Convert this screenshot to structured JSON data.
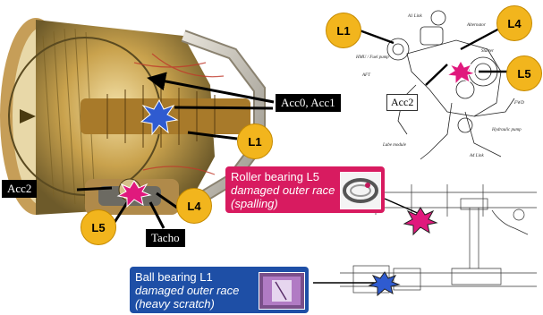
{
  "engine_labels": {
    "acc0_acc1": "Acc0, Acc1",
    "acc2": "Acc2",
    "tacho": "Tacho"
  },
  "circles": {
    "l1_engine": "L1",
    "l4_engine": "L4",
    "l5_engine": "L5",
    "l1_gearbox": "L1",
    "l4_gearbox": "L4",
    "l5_gearbox": "L5"
  },
  "gearbox": {
    "acc2": "Acc2",
    "parts": {
      "a1_link": "A1 Link",
      "alternator": "Alternator",
      "starter": "Starter",
      "hmu": "HMU / Fuel pump",
      "aft": "AFT",
      "fwd": "FWD",
      "hydraulic": "Hydraulic pump",
      "lube": "Lube module",
      "a4_link": "A4 Link"
    }
  },
  "roller_callout": {
    "title": "Roller bearing L5",
    "line1": "damaged outer race",
    "line2": "(spalling)",
    "color": "#d81b60"
  },
  "ball_callout": {
    "title": "Ball bearing L1",
    "line1": "damaged outer race",
    "line2": "(heavy scratch)",
    "color": "#1e4fa6"
  },
  "colors": {
    "circle": "#f2b51d",
    "blue_star": "#2f5bd0",
    "pink_star": "#e0197d"
  }
}
